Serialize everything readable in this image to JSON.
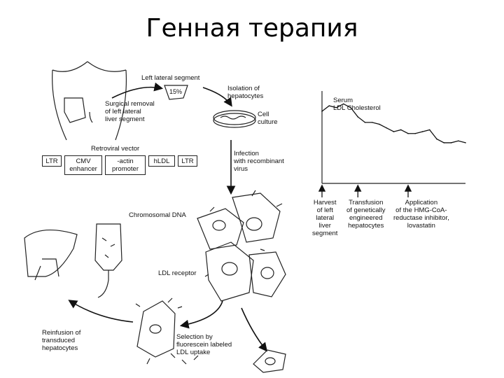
{
  "slide": {
    "title": "Генная терапия"
  },
  "steps": {
    "left_lateral_segment": "Left lateral segment",
    "percent": "15%",
    "surgical_removal": "Surgical removal\nof left lateral\nliver segment",
    "isolation": "Isolation of\nhepatocytes",
    "cell_culture": "Cell\nculture",
    "retroviral_vector": "Retroviral vector",
    "infection": "Infection\nwith recombinant\nvirus",
    "chromosomal_dna": "Chromosomal DNA",
    "ldl_receptor": "LDL receptor",
    "selection": "Selection by\nfluorescein labeled\nLDL uptake",
    "reinfusion": "Reinfusion of\ntransduced\nhepatocytes"
  },
  "vector": {
    "segments": [
      "LTR",
      "CMV\nenhancer",
      "-actin\npromoter",
      "hLDL",
      "LTR"
    ]
  },
  "chart_data": {
    "type": "line",
    "title": "Serum\nLDL Cholesterol",
    "xlabel": "",
    "ylabel": "",
    "x": [
      0,
      1,
      2,
      3,
      4,
      5,
      6,
      7,
      8,
      9,
      10,
      11,
      12,
      13,
      14,
      15,
      16,
      17,
      18,
      19,
      20
    ],
    "values": [
      78,
      84,
      82,
      86,
      82,
      72,
      66,
      66,
      64,
      60,
      56,
      58,
      54,
      54,
      56,
      58,
      48,
      44,
      44,
      46,
      44
    ],
    "ylim": [
      0,
      100
    ],
    "annotations": [
      {
        "x": 0,
        "text": "Harvest\nof left\nlateral\nliver\nsegment"
      },
      {
        "x": 5,
        "text": "Transfusion\nof genetically\nengineered\nhepatocytes"
      },
      {
        "x": 12,
        "text": "Application\nof the HMG-CoA-\nreductase inhibitor,\nlovastatin"
      }
    ],
    "grid": false
  }
}
